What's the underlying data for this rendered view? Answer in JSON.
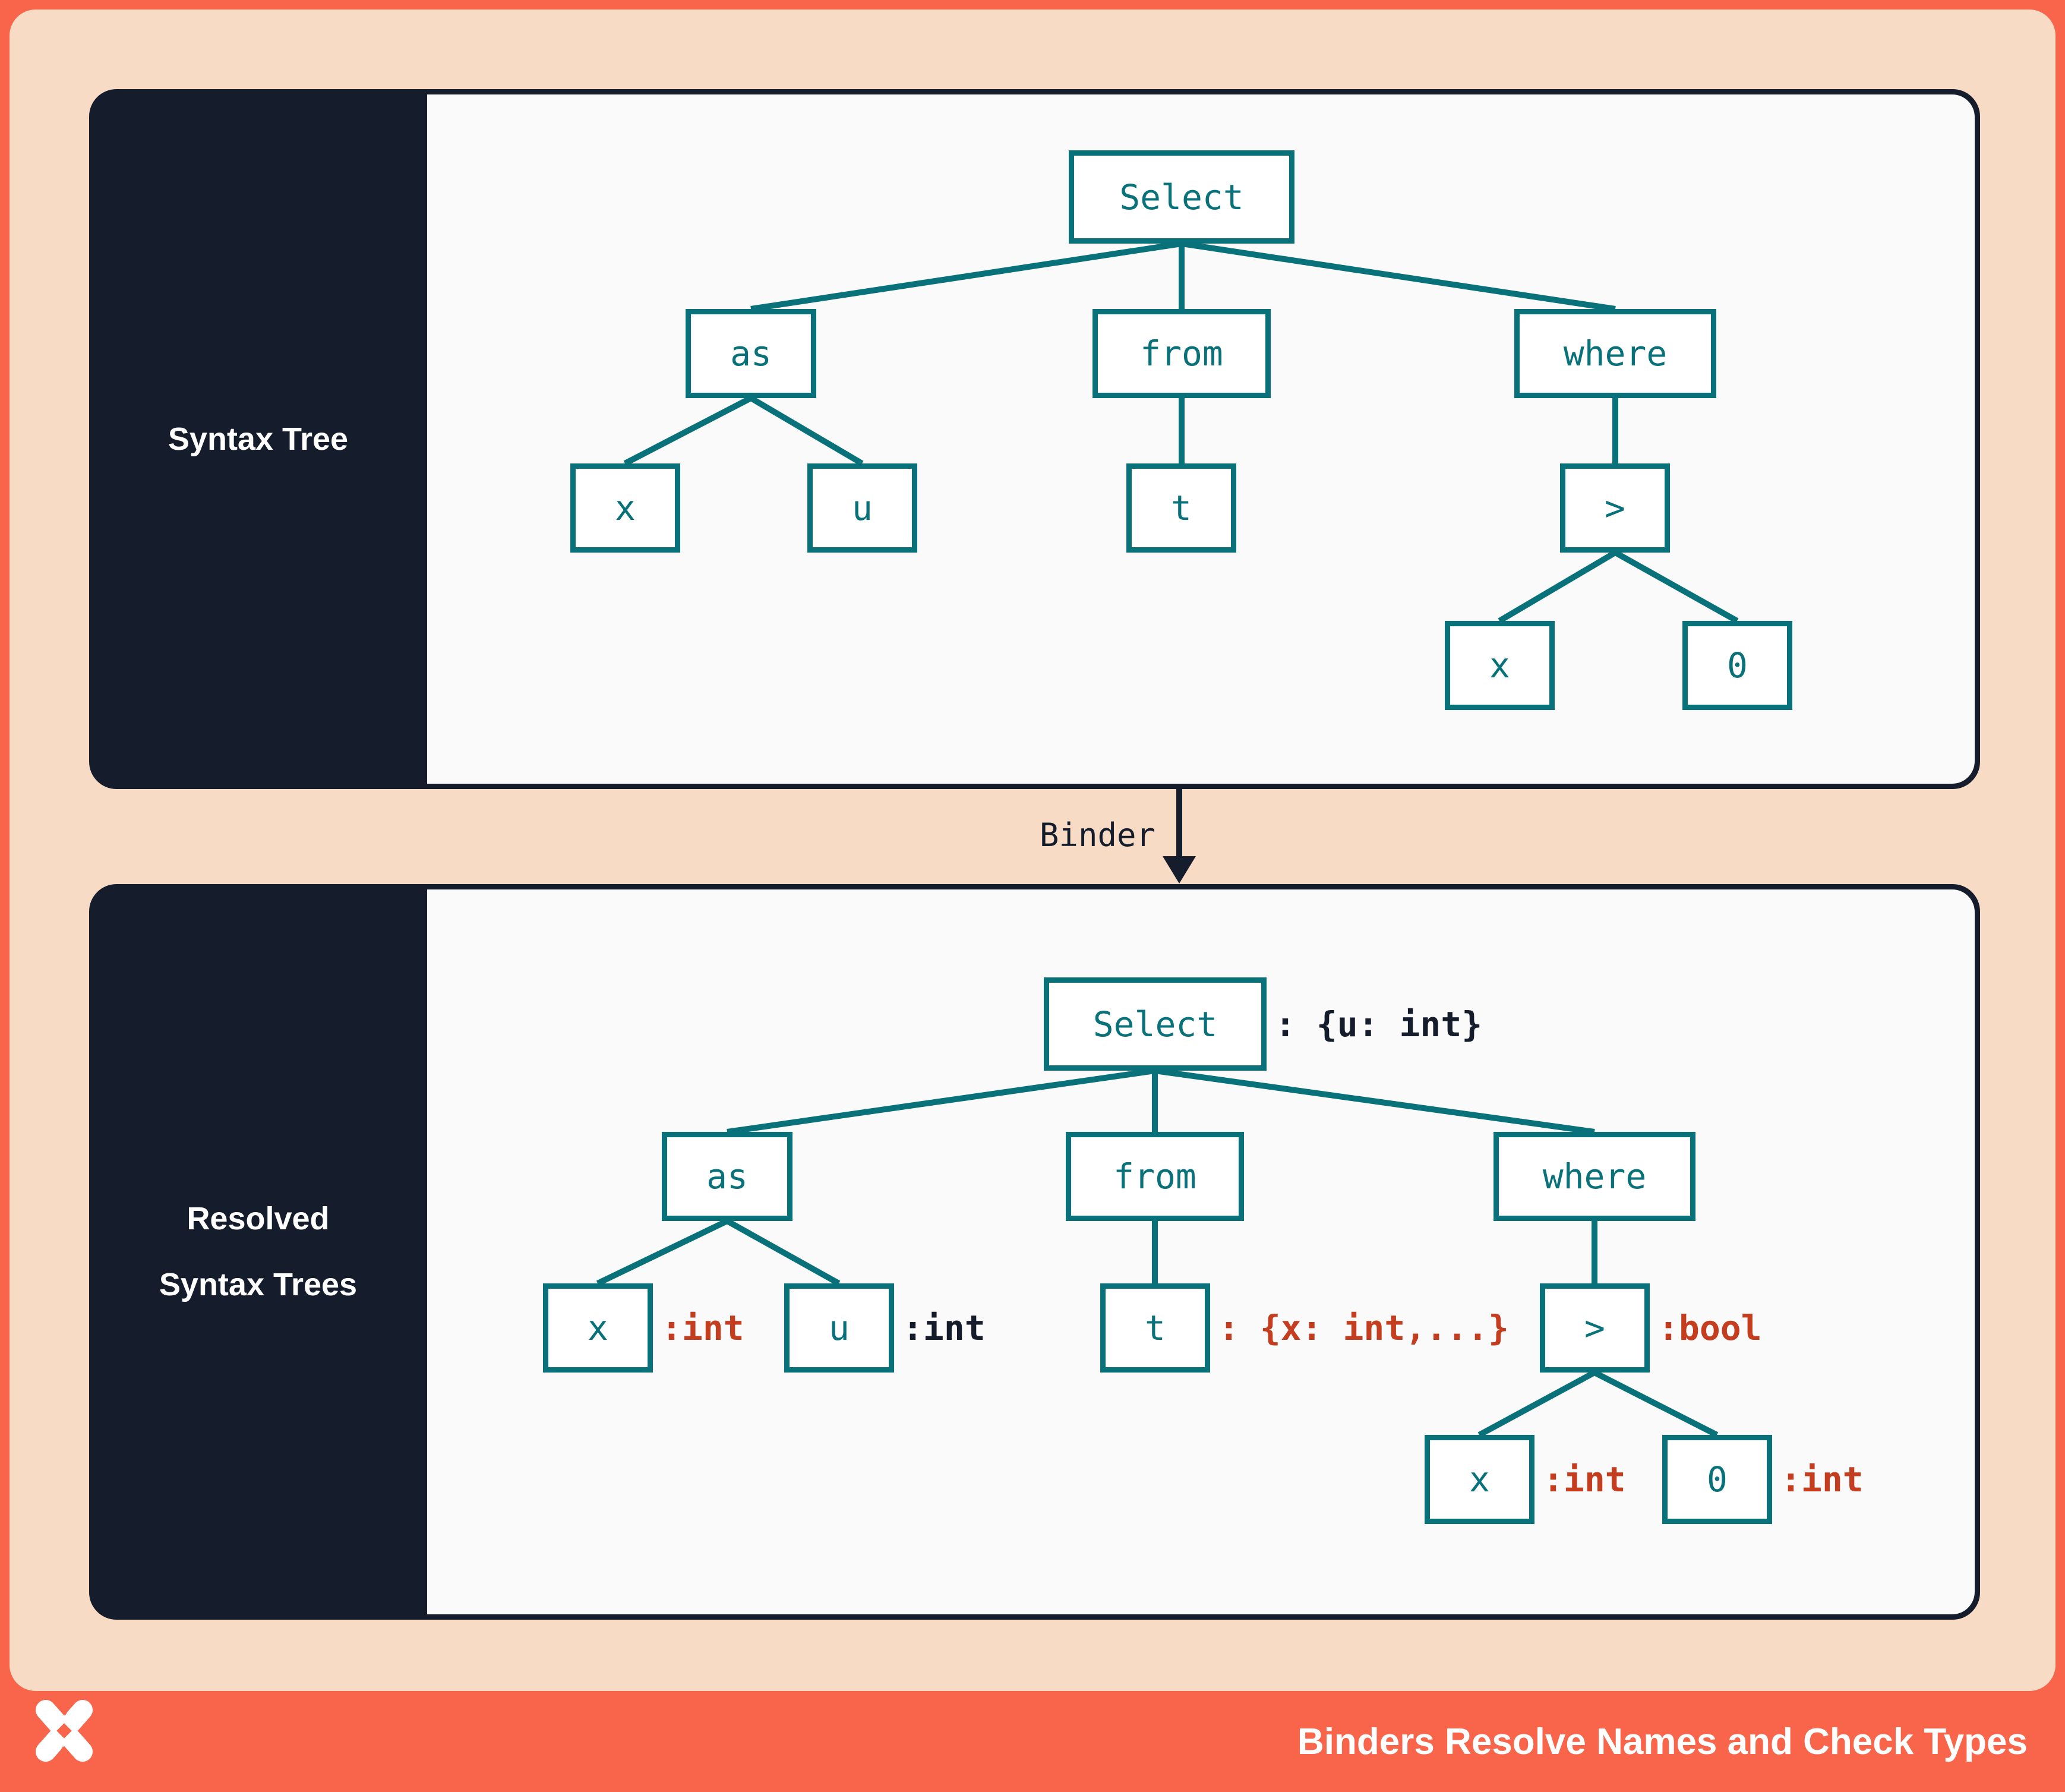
{
  "palette": {
    "coral": "#F8654B",
    "peach": "#F8DBC5",
    "navy": "#151C2B",
    "teal": "#087179",
    "red": "#C53D1F",
    "content_background": "#FAFAFA"
  },
  "panels": [
    {
      "label": "Syntax Tree"
    },
    {
      "label": "Resolved Syntax Trees"
    }
  ],
  "binder": {
    "label": "Binder",
    "arrow_icon": "arrow-down-icon"
  },
  "footer": {
    "title": "Binders Resolve Names and Check Types",
    "logo": "x-pinwheel-logo"
  },
  "trees": {
    "syntax": {
      "nodes": {
        "select": "Select",
        "as": "as",
        "from": "from",
        "where": "where",
        "x1": "x",
        "u": "u",
        "t": "t",
        "gt": ">",
        "x2": "x",
        "zero": "0"
      }
    },
    "resolved": {
      "nodes": {
        "select": "Select",
        "as": "as",
        "from": "from",
        "where": "where",
        "x1": "x",
        "u": "u",
        "t": "t",
        "gt": ">",
        "x2": "x",
        "zero": "0"
      },
      "annotations": {
        "select": {
          "text": ": {u: int}",
          "tone": "navy"
        },
        "x1": {
          "text": ":int",
          "tone": "red"
        },
        "u": {
          "text": ":int",
          "tone": "navy"
        },
        "t": {
          "text": ": {x: int,...}",
          "tone": "red"
        },
        "gt": {
          "text": ":bool",
          "tone": "red"
        },
        "x2": {
          "text": ":int",
          "tone": "red"
        },
        "zero": {
          "text": ":int",
          "tone": "red"
        }
      }
    }
  }
}
